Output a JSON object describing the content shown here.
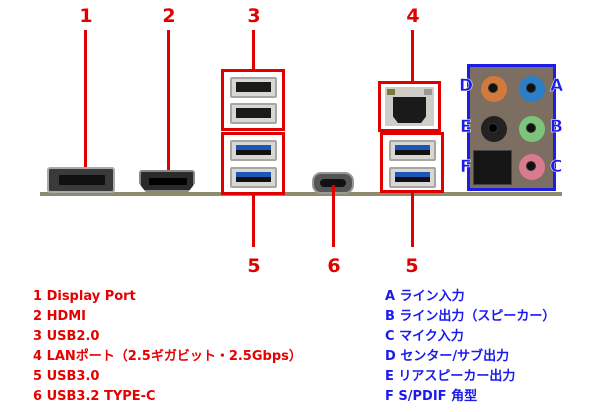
{
  "callouts_top": [
    "1",
    "2",
    "3",
    "4"
  ],
  "callouts_bottom": [
    "5",
    "6",
    "5"
  ],
  "audio_letters": {
    "A": "A",
    "B": "B",
    "C": "C",
    "D": "D",
    "E": "E",
    "F": "F"
  },
  "legend_ports": [
    "1 Display Port",
    "2 HDMI",
    "3 USB2.0",
    "4 LANポート（2.5ギガビット・2.5Gbps）",
    "5 USB3.0",
    "6 USB3.2 TYPE-C"
  ],
  "legend_audio": [
    "A ライン入力",
    "B ライン出力（スピーカー）",
    "C マイク入力",
    "D センター/サブ出力",
    "E リアスピーカー出力",
    "F S/PDIF 角型"
  ],
  "colors": {
    "callout": "#e00000",
    "audio_callout": "#1d1de6",
    "jack_orange": "#d27a3c",
    "jack_blue": "#2a7fc8",
    "jack_black": "#222222",
    "jack_green": "#7cc47a",
    "jack_pink": "#d97a8e"
  }
}
